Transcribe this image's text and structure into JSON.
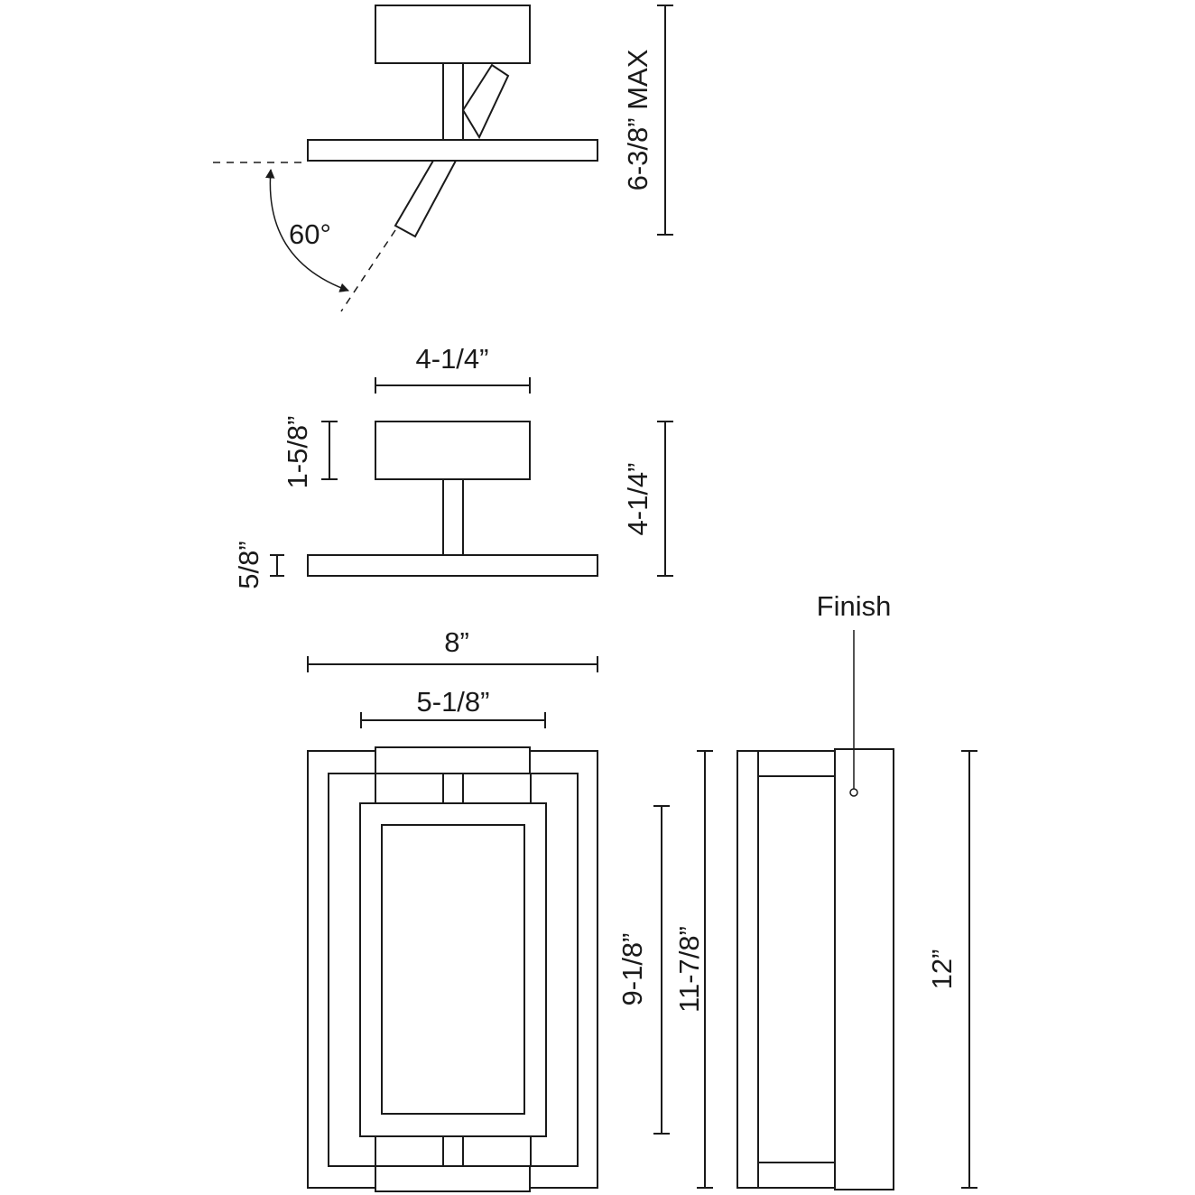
{
  "views": {
    "tilt": {
      "height_label": "6-3/8” MAX",
      "angle_label": "60°"
    },
    "side": {
      "canopy_width_label": "4-1/4”",
      "canopy_height_label": "1-5/8”",
      "total_height_label": "4-1/4”",
      "plate_thickness_label": "5/8”"
    },
    "front": {
      "overall_width_label": "8”",
      "inner_width_label": "5-1/8”",
      "inner_height_label": "9-1/8”"
    },
    "profile": {
      "frame_height_label": "11-7/8”",
      "overall_height_label": "12”",
      "finish_label": "Finish"
    }
  }
}
